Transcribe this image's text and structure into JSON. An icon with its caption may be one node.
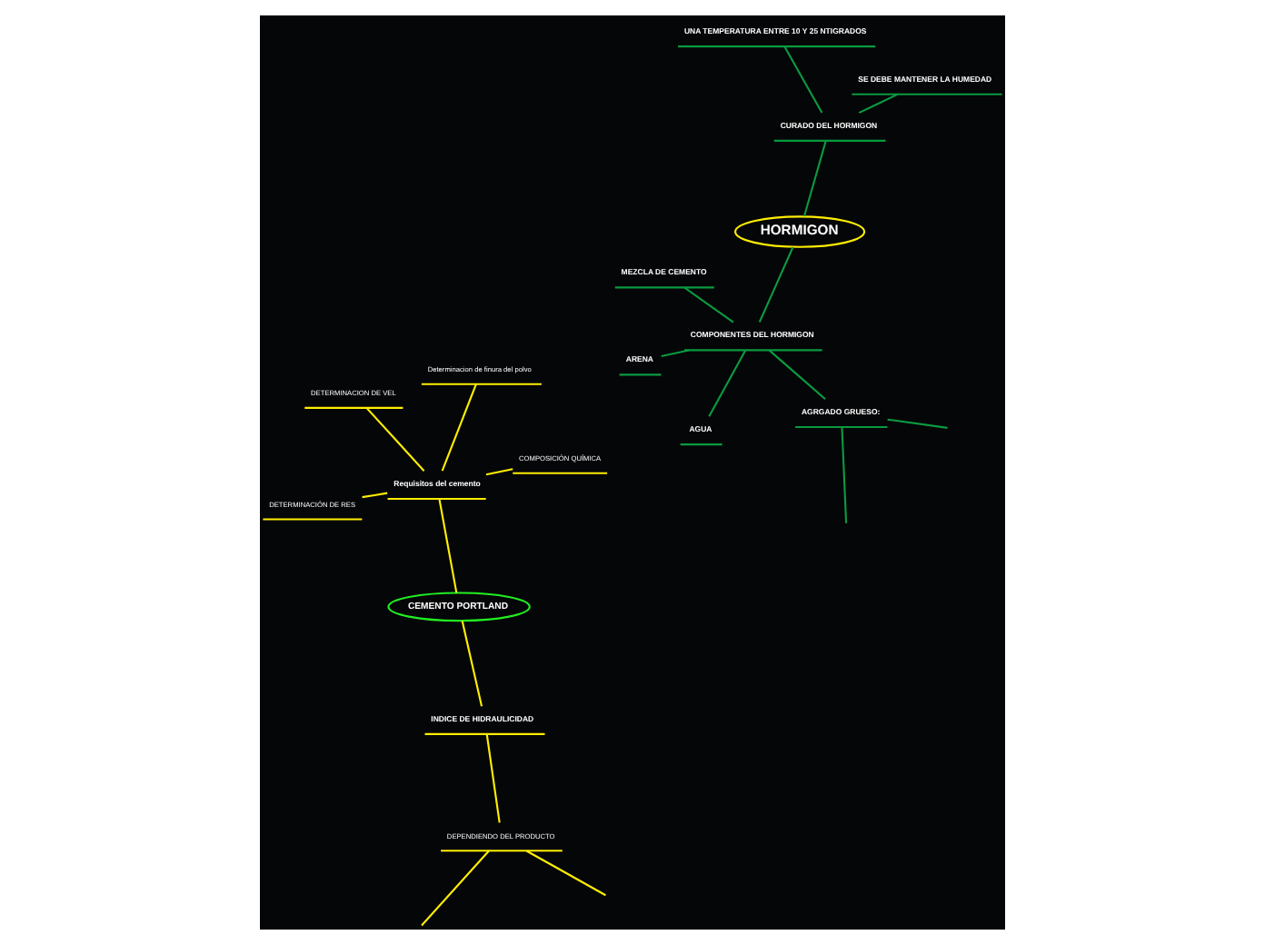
{
  "diagram": {
    "nodes": [
      {
        "text": [
          "CEMENTO PORTLAND"
        ]
      },
      {
        "text": [
          "HORMIGON"
        ]
      },
      {
        "text": [
          "INDICE DE HIDRAULICIDAD"
        ]
      },
      {
        "text": [
          "DEPENDIENDO DEL PRODUCTO"
        ]
      },
      {
        "text": [
          "Requisitos del cemento"
        ]
      },
      {
        "text": [
          "Determinacion de finura del polvo"
        ]
      },
      {
        "text": [
          "DETERMINACION DE VEL"
        ]
      },
      {
        "text": [
          "DETERMINACIÓN DE RES"
        ]
      },
      {
        "text": [
          "COMPOSICIÓN QUÍMICA"
        ]
      },
      {
        "text": [
          "CURADO DEL HORMIGON"
        ]
      },
      {
        "text": [
          "SE DEBE MANTENER LA HUMEDAD"
        ]
      },
      {
        "text": [
          "UNA TEMPERATURA ENTRE 10 Y 25 NTIGRADOS"
        ]
      },
      {
        "text": [
          "COMPONENTES DEL HORMIGON"
        ]
      },
      {
        "text": [
          "MEZCLA DE CEMENTO"
        ]
      },
      {
        "text": [
          "ARENA"
        ]
      },
      {
        "text": [
          "AGRGADO GRUESO:"
        ]
      },
      {
        "text": [
          "AGUA"
        ]
      }
    ],
    "edges": [
      {
        "from": 0,
        "to": 2,
        "arrow": "none",
        "color": "#ffee00"
      },
      {
        "from": 2,
        "to": 3,
        "arrow": "none",
        "color": "#ffee00"
      },
      {
        "from": 3,
        "to": null,
        "arrow": "none",
        "color": "#ffee00"
      },
      {
        "from": 3,
        "to": null,
        "arrow": "none",
        "color": "#ffee00"
      },
      {
        "from": 0,
        "to": 4,
        "arrow": "none",
        "color": "#ffee00"
      },
      {
        "from": 4,
        "to": 5,
        "arrow": "none",
        "color": "#ffee00"
      },
      {
        "from": 4,
        "to": 6,
        "arrow": "none",
        "color": "#ffee00"
      },
      {
        "from": 4,
        "to": 7,
        "arrow": "none",
        "color": "#ffee00"
      },
      {
        "from": 4,
        "to": 8,
        "arrow": "none",
        "color": "#ffee00"
      },
      {
        "from": 1,
        "to": 9,
        "arrow": "none",
        "color": "#0a9a40"
      },
      {
        "from": 9,
        "to": 10,
        "arrow": "none",
        "color": "#0a9a40"
      },
      {
        "from": 9,
        "to": 11,
        "arrow": "none",
        "color": "#0a9a40"
      },
      {
        "from": 1,
        "to": 12,
        "arrow": "none",
        "color": "#0a9a40"
      },
      {
        "from": 12,
        "to": 13,
        "arrow": "none",
        "color": "#0a9a40"
      },
      {
        "from": 12,
        "to": 14,
        "arrow": "none",
        "color": "#0a9a40"
      },
      {
        "from": 12,
        "to": 15,
        "arrow": "none",
        "color": "#0a9a40"
      },
      {
        "from": 12,
        "to": 16,
        "arrow": "none",
        "color": "#0a9a40"
      },
      {
        "from": 15,
        "to": null,
        "arrow": "none",
        "color": "#0a9a40"
      },
      {
        "from": 15,
        "to": null,
        "arrow": "none",
        "color": "#0a9a40"
      }
    ]
  }
}
